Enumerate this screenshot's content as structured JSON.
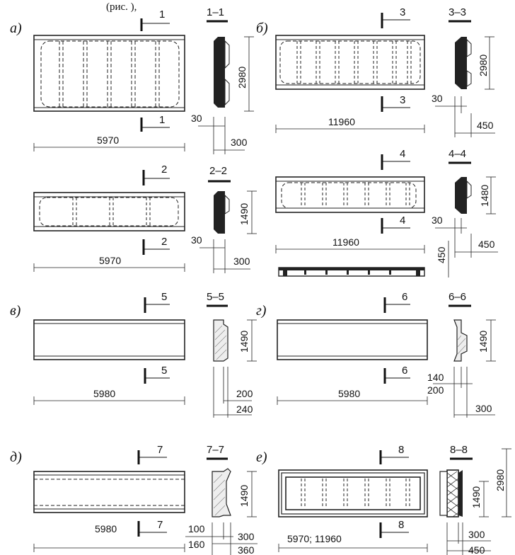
{
  "header_fragment": "(рис.   ),",
  "panels": [
    {
      "letter": "а)",
      "section": "1–1",
      "cut": "1",
      "length": "5970",
      "height": "2980",
      "offset": "30",
      "thickness": "300"
    },
    {
      "letter": "б)",
      "section": "3–3",
      "cut": "3",
      "length": "11960",
      "height": "2980",
      "offset": "30",
      "thickness": "450"
    },
    {
      "letter": "",
      "section": "2–2",
      "cut": "2",
      "length": "5970",
      "height": "1490",
      "offset": "30",
      "thickness": "300"
    },
    {
      "letter": "",
      "section": "4–4",
      "cut": "4",
      "length": "11960",
      "height": "1480",
      "offset": "30",
      "thickness": "450",
      "extra": "450"
    },
    {
      "letter": "в)",
      "section": "5–5",
      "cut": "5",
      "length": "5980",
      "height": "1490",
      "offset": "200",
      "thickness": "240"
    },
    {
      "letter": "г)",
      "section": "6–6",
      "cut": "6",
      "length": "5980",
      "height": "1490",
      "offset": "140",
      "offset2": "200",
      "thickness": "300"
    },
    {
      "letter": "д)",
      "section": "7–7",
      "cut": "7",
      "length": "5980",
      "height": "1490",
      "offset": "100",
      "offset2": "160",
      "thickness": "300",
      "thickness2": "360"
    },
    {
      "letter": "е)",
      "section": "8–8",
      "cut": "8",
      "length": "5970; 11960",
      "height": "1490",
      "height2": "2980",
      "thickness": "300",
      "thickness2": "450"
    }
  ]
}
